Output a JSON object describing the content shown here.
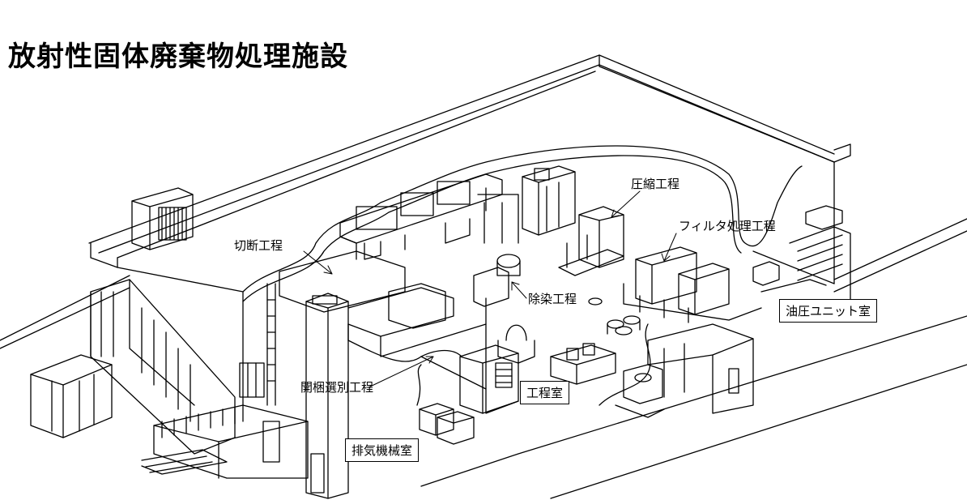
{
  "title": "放射性固体廃棄物処理施設",
  "labels": {
    "cutting": "切断工程",
    "compression": "圧縮工程",
    "filter": "フィルタ処理工程",
    "decontamination": "除染工程",
    "hydraulic_unit": "油圧ユニット室",
    "unpacking": "開梱選別工程",
    "process_room": "工程室",
    "exhaust_machine": "排気機械室"
  }
}
